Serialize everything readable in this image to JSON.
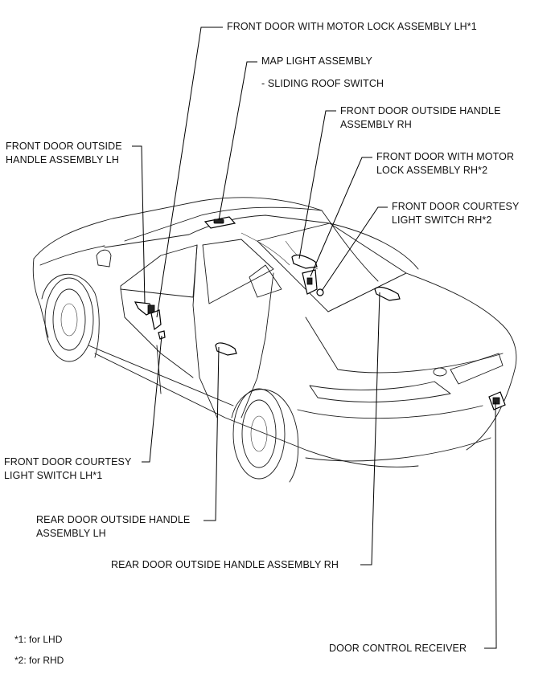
{
  "labels": {
    "front_door_motor_lock_lh": "FRONT DOOR WITH MOTOR LOCK ASSEMBLY LH*1",
    "map_light_assembly": "MAP LIGHT ASSEMBLY",
    "sliding_roof_switch": "- SLIDING ROOF SWITCH",
    "front_door_outside_handle_rh_1": "FRONT DOOR OUTSIDE HANDLE",
    "front_door_outside_handle_rh_2": "ASSEMBLY RH",
    "front_door_outside_handle_lh_1": "FRONT DOOR OUTSIDE",
    "front_door_outside_handle_lh_2": "HANDLE ASSEMBLY LH",
    "front_door_motor_lock_rh_1": "FRONT DOOR WITH MOTOR",
    "front_door_motor_lock_rh_2": "LOCK ASSEMBLY RH*2",
    "front_door_courtesy_rh_1": "FRONT DOOR COURTESY",
    "front_door_courtesy_rh_2": "LIGHT SWITCH RH*2",
    "front_door_courtesy_lh_1": "FRONT DOOR COURTESY",
    "front_door_courtesy_lh_2": "LIGHT SWITCH LH*1",
    "rear_door_outside_handle_lh_1": "REAR DOOR OUTSIDE HANDLE",
    "rear_door_outside_handle_lh_2": "ASSEMBLY LH",
    "rear_door_outside_handle_rh": "REAR DOOR OUTSIDE HANDLE ASSEMBLY RH",
    "door_control_receiver": "DOOR CONTROL RECEIVER"
  },
  "notes": {
    "note1": "*1: for LHD",
    "note2": "*2: for RHD"
  }
}
